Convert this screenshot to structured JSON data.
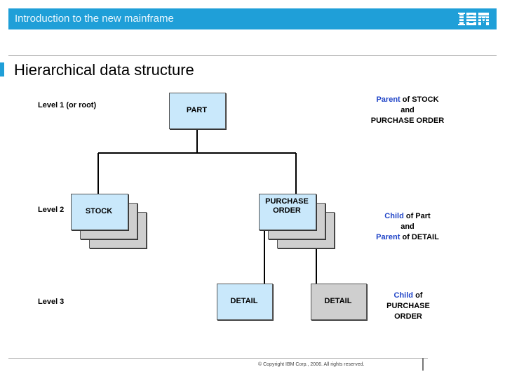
{
  "header": {
    "title": "Introduction to the new mainframe",
    "logo_text": "IBM",
    "color": "#1f9fd8"
  },
  "slide": {
    "title": "Hierarchical data structure"
  },
  "levels": {
    "level1": "Level 1 (or root)",
    "level2": "Level 2",
    "level3": "Level 3"
  },
  "nodes": {
    "part": "PART",
    "stock": "STOCK",
    "purchase_order_line1": "PURCHASE",
    "purchase_order_line2": "ORDER",
    "detail_1": "DETAIL",
    "detail_2": "DETAIL"
  },
  "notes": {
    "note1": {
      "parent": "Parent",
      "rest1": " of STOCK",
      "line2": "and",
      "line3": "PURCHASE ORDER"
    },
    "note2": {
      "child": "Child",
      "rest1": " of Part",
      "line2": "and",
      "parent": "Parent",
      "rest3": " of DETAIL"
    },
    "note3": {
      "child": "Child",
      "rest1": " of",
      "line2": "PURCHASE",
      "line3": "ORDER"
    }
  },
  "colors": {
    "node_blue": "#c9e8fb",
    "node_gray": "#cfcfcf",
    "highlight_text": "#2246c8"
  },
  "footer": {
    "copyright": "© Copyright IBM Corp., 2006. All rights reserved."
  }
}
